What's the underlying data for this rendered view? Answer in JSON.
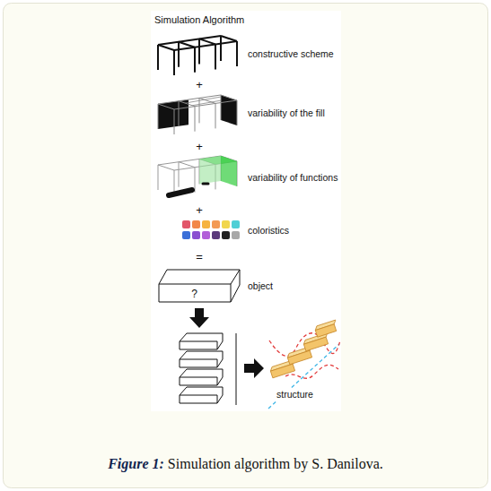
{
  "diagram": {
    "title": "Simulation Algorithm",
    "caption": "Figure 1: Simulation algorithm by S. Danilova.",
    "nodes": [
      {
        "text": [
          "?",
          "object"
        ]
      }
    ],
    "labels": [
      "constructive scheme",
      "+",
      "variability of the fill",
      "+",
      "variability of functions",
      "+",
      "coloristics",
      "=",
      "structure"
    ]
  }
}
